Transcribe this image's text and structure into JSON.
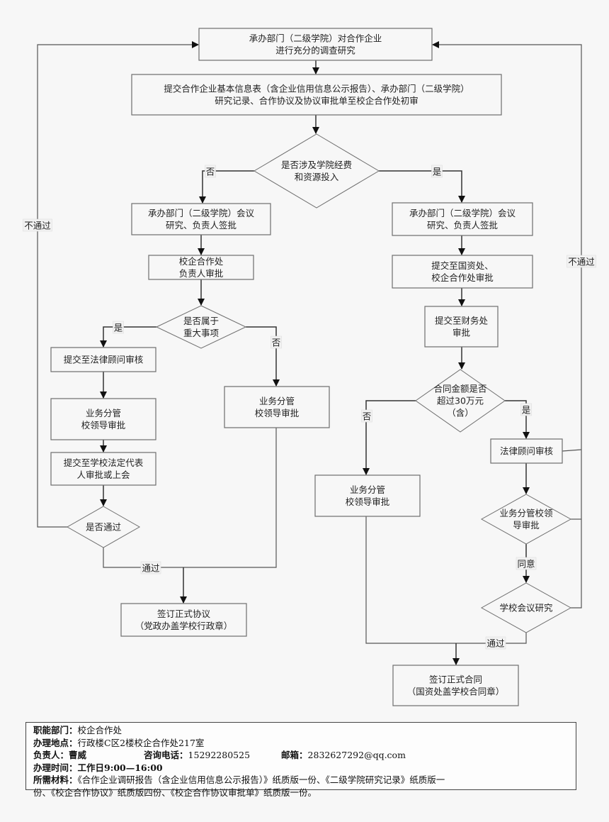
{
  "nodes": {
    "research": {
      "shape": "rect",
      "lines": [
        "承办部门（二级学院）对合作企业",
        "进行充分的调查研究"
      ]
    },
    "submit_initial": {
      "shape": "rect",
      "lines": [
        "提交合作企业基本信息表（含企业信用信息公示报告）、承办部门（二级学院）",
        "研究记录、合作协议及协议审批单至校企合作处初审"
      ]
    },
    "funding_decision": {
      "shape": "diamond",
      "lines": [
        "是否涉及学院经费",
        "和资源投入"
      ]
    },
    "left_dept_meeting": {
      "shape": "rect",
      "lines": [
        "承办部门（二级学院）会议",
        "研究、负责人签批"
      ]
    },
    "left_office_approval": {
      "shape": "rect",
      "lines": [
        "校企合作处",
        "负责人审批"
      ]
    },
    "major_decision": {
      "shape": "diamond",
      "lines": [
        "是否属于",
        "重大事项"
      ]
    },
    "left_legal_review": {
      "shape": "rect",
      "lines": [
        "提交至法律顾问审核"
      ]
    },
    "left_leader_approval_a": {
      "shape": "rect",
      "lines": [
        "业务分管",
        "校领导审批"
      ]
    },
    "left_legal_rep": {
      "shape": "rect",
      "lines": [
        "提交至学校法定代表",
        "人审批或上会"
      ]
    },
    "pass_decision": {
      "shape": "diamond",
      "lines": [
        "是否通过"
      ]
    },
    "left_leader_approval_b": {
      "shape": "rect",
      "lines": [
        "业务分管",
        "校领导审批"
      ]
    },
    "sign_agreement": {
      "shape": "rect",
      "lines": [
        "签订正式协议",
        "（党政办盖学校行政章）"
      ]
    },
    "right_dept_meeting": {
      "shape": "rect",
      "lines": [
        "承办部门（二级学院）会议",
        "研究、负责人签批"
      ]
    },
    "assets_office": {
      "shape": "rect",
      "lines": [
        "提交至国资处、",
        "校企合作处审批"
      ]
    },
    "finance_office": {
      "shape": "rect",
      "lines": [
        "提交至财务处",
        "审批"
      ]
    },
    "amount_decision": {
      "shape": "diamond",
      "lines": [
        "合同金额是否",
        "超过30万元",
        "（含）"
      ]
    },
    "right_leader_approval_no": {
      "shape": "rect",
      "lines": [
        "业务分管",
        "校领导审批"
      ]
    },
    "right_legal_review": {
      "shape": "rect",
      "lines": [
        "法律顾问审核"
      ]
    },
    "right_leader_decision": {
      "shape": "diamond",
      "lines": [
        "业务分管校领",
        "导审批"
      ]
    },
    "school_meeting": {
      "shape": "diamond",
      "lines": [
        "学校会议研究"
      ]
    },
    "sign_contract": {
      "shape": "rect",
      "lines": [
        "签订正式合同",
        "（国资处盖学校合同章）"
      ]
    }
  },
  "edge_labels": {
    "funding_no": "否",
    "funding_yes": "是",
    "major_yes": "是",
    "major_no": "否",
    "left_reject": "不通过",
    "left_pass": "通过",
    "amount_no": "否",
    "amount_yes": "是",
    "agree": "同意",
    "right_reject": "不通过",
    "right_pass": "通过"
  },
  "info": {
    "dept_label": "职能部门：",
    "dept_value": "校企合作处",
    "location_label": "办理地点：",
    "location_value": "行政楼C区2楼校企合作处217室",
    "owner_label": "负责人：",
    "owner_value": "曹威",
    "phone_label": "咨询电话：",
    "phone_value": "15292280525",
    "email_label": "邮箱：",
    "email_value": "2832627292@qq.com",
    "hours_label": "办理时间：",
    "hours_value": "工作日9:00—16:00",
    "materials_label": "所需材料：",
    "materials_line1": "《合作企业调研报告（含企业信用信息公示报告）》纸质版一份、《二级学院研究记录》纸质版一",
    "materials_line2": "份、《校企合作协议》纸质版四份、《校企合作协议审批单》纸质版一份。"
  }
}
